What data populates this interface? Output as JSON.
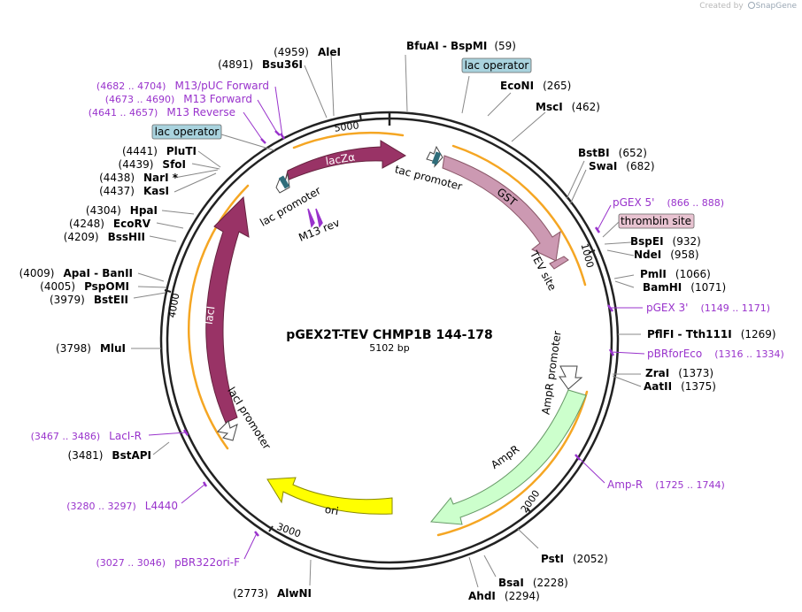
{
  "credit": {
    "prefix": "Created by",
    "brand": "SnapGene"
  },
  "plasmid": {
    "name": "pGEX2T-TEV CHMP1B 144-178",
    "length_label": "5102 bp",
    "length": 5102
  },
  "ticks": [
    {
      "pos": 1000,
      "label": "1000"
    },
    {
      "pos": 2000,
      "label": "2000"
    },
    {
      "pos": 3000,
      "label": "3000"
    },
    {
      "pos": 4000,
      "label": "4000"
    },
    {
      "pos": 5000,
      "label": "5000"
    }
  ],
  "sites": [
    {
      "id": "bfuai",
      "name": "BfuAI",
      "name2": "BspMI",
      "pos": "(59)"
    },
    {
      "id": "econi",
      "name": "EcoNI",
      "pos": "(265)"
    },
    {
      "id": "msci",
      "name": "MscI",
      "pos": "(462)"
    },
    {
      "id": "bstbi",
      "name": "BstBI",
      "pos": "(652)"
    },
    {
      "id": "swai",
      "name": "SwaI",
      "pos": "(682)"
    },
    {
      "id": "bspei",
      "name": "BspEI",
      "pos": "(932)"
    },
    {
      "id": "ndei",
      "name": "NdeI",
      "pos": "(958)"
    },
    {
      "id": "pmli",
      "name": "PmlI",
      "pos": "(1066)"
    },
    {
      "id": "bamhi",
      "name": "BamHI",
      "pos": "(1071)"
    },
    {
      "id": "pflfi",
      "name": "PflFI",
      "name2": "Tth111I",
      "pos": "(1269)"
    },
    {
      "id": "zrai",
      "name": "ZraI",
      "pos": "(1373)"
    },
    {
      "id": "aatii",
      "name": "AatII",
      "pos": "(1375)"
    },
    {
      "id": "psti",
      "name": "PstI",
      "pos": "(2052)"
    },
    {
      "id": "bsai",
      "name": "BsaI",
      "pos": "(2228)"
    },
    {
      "id": "ahdi",
      "name": "AhdI",
      "pos": "(2294)"
    },
    {
      "id": "alwni",
      "name": "AlwNI",
      "pos": "(2773)"
    },
    {
      "id": "bstapi",
      "name": "BstAPI",
      "pos": "(3481)"
    },
    {
      "id": "mlui",
      "name": "MluI",
      "pos": "(3798)"
    },
    {
      "id": "bsteii",
      "name": "BstEII",
      "pos": "(3979)"
    },
    {
      "id": "pspomi",
      "name": "PspOMI",
      "pos": "(4005)"
    },
    {
      "id": "apai",
      "name": "ApaI",
      "name2": "BanII",
      "pos": "(4009)"
    },
    {
      "id": "bsshii",
      "name": "BssHII",
      "pos": "(4209)"
    },
    {
      "id": "ecorv",
      "name": "EcoRV",
      "pos": "(4248)"
    },
    {
      "id": "hpai",
      "name": "HpaI",
      "pos": "(4304)"
    },
    {
      "id": "kasi",
      "name": "KasI",
      "pos": "(4437)"
    },
    {
      "id": "nari",
      "name": "NarI *",
      "pos": "(4438)"
    },
    {
      "id": "sfoi",
      "name": "SfoI",
      "pos": "(4439)"
    },
    {
      "id": "pluti",
      "name": "PluTI",
      "pos": "(4441)"
    },
    {
      "id": "bsu36i",
      "name": "Bsu36I",
      "pos": "(4891)"
    },
    {
      "id": "alei",
      "name": "AleI",
      "pos": "(4959)"
    }
  ],
  "primers": [
    {
      "id": "pgex5",
      "name": "pGEX 5'",
      "pos": "(866 .. 888)"
    },
    {
      "id": "pgex3",
      "name": "pGEX 3'",
      "pos": "(1149 .. 1171)"
    },
    {
      "id": "pbrfor",
      "name": "pBRforEco",
      "pos": "(1316 .. 1334)"
    },
    {
      "id": "ampr",
      "name": "Amp-R",
      "pos": "(1725 .. 1744)"
    },
    {
      "id": "pbr322",
      "name": "pBR322ori-F",
      "pos": "(3027 .. 3046)"
    },
    {
      "id": "l4440",
      "name": "L4440",
      "pos": "(3280 .. 3297)"
    },
    {
      "id": "lacir",
      "name": "LacI-R",
      "pos": "(3467 .. 3486)"
    },
    {
      "id": "m13rev",
      "name": "M13 Reverse",
      "pos": "(4641 .. 4657)"
    },
    {
      "id": "m13fwd",
      "name": "M13 Forward",
      "pos": "(4673 .. 4690)"
    },
    {
      "id": "m13puc",
      "name": "M13/pUC Forward",
      "pos": "(4682 .. 4704)"
    }
  ],
  "boxed_features": [
    {
      "id": "lacop_top",
      "label": "lac operator",
      "color": "#a9d3de"
    },
    {
      "id": "thrombin",
      "label": "thrombin site",
      "color": "#e8c3d1"
    },
    {
      "id": "lacop_left",
      "label": "lac operator",
      "color": "#a9d3de"
    }
  ],
  "features": [
    {
      "id": "lacza",
      "label": "lacZα",
      "color": "#993366"
    },
    {
      "id": "laci",
      "label": "lacI",
      "color": "#993366"
    },
    {
      "id": "gst",
      "label": "GST",
      "color": "#cc99b2"
    },
    {
      "id": "tev",
      "label": "TEV site",
      "color": "#cc99b2"
    },
    {
      "id": "ampr",
      "label": "AmpR",
      "color": "#ccffcc"
    },
    {
      "id": "ori",
      "label": "ori",
      "color": "#ffff00"
    },
    {
      "id": "tacprom",
      "label": "tac promoter"
    },
    {
      "id": "lacprom",
      "label": "lac promoter"
    },
    {
      "id": "lacipromoter",
      "label": "lacI promoter"
    },
    {
      "id": "amprprom",
      "label": "AmpR promoter"
    },
    {
      "id": "m13rev",
      "label": "M13 rev",
      "color": "#9933cc"
    }
  ],
  "colors": {
    "primer": "#9933cc",
    "orf": "#f5a623",
    "backbone": "#222222"
  }
}
